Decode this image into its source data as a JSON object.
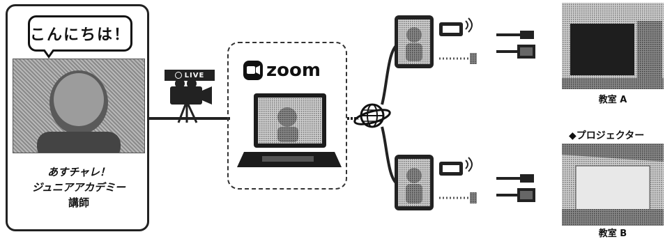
{
  "lecturer": {
    "speech": "こんにちは！",
    "caption_line1": "あすチャレ！",
    "caption_line2": "ジュニアアカデミー",
    "caption_line3": "講師"
  },
  "live_badge": "LIVE",
  "zoom": {
    "logo_text": "zoom"
  },
  "destinations": {
    "classroom_a": "教室 A",
    "projector_label": "◆プロジェクター",
    "classroom_b": "教室 B"
  }
}
